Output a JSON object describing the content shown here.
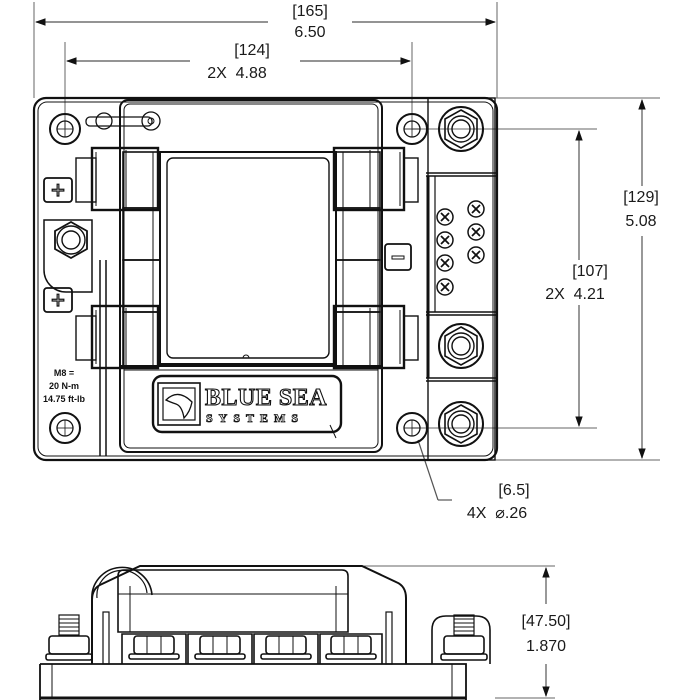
{
  "drawing": {
    "title": "Blue Sea Systems fuse block dimensional drawing",
    "brand": {
      "line1": "BLUE SEA",
      "line2": "SYSTEMS"
    },
    "torque_label": {
      "line1": "M8 =",
      "line2": "20 N-m",
      "line3": "14.75 ft-lb"
    },
    "polarity": {
      "positive_symbol": "+",
      "negative_symbol": "−"
    },
    "dimensions": {
      "overall_width": {
        "metric": "[165]",
        "imperial": "6.50"
      },
      "hole_spacing_horizontal": {
        "metric": "[124]",
        "imperial": "2X  4.88"
      },
      "overall_height": {
        "metric": "[129]",
        "imperial": "5.08"
      },
      "hole_spacing_vertical": {
        "metric": "[107]",
        "imperial": "2X  4.21"
      },
      "mounting_hole": {
        "metric": "[6.5]",
        "imperial": "4X  ⌀.26"
      },
      "side_height": {
        "metric": "[47.50]",
        "imperial": "1.870"
      }
    },
    "colors": {
      "line": "#111111",
      "dimension_line": "#555555",
      "background": "#ffffff"
    }
  }
}
